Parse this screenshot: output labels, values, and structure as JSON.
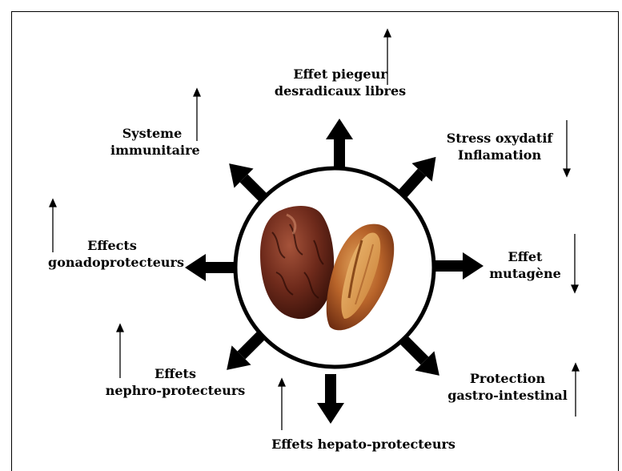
{
  "effects": {
    "radicaux": {
      "line1": "Effet piegeur",
      "line2": "desradicaux libres",
      "trend": "up"
    },
    "stress": {
      "line1": "Stress oxydatif",
      "line2": "Inflamation",
      "trend": "down"
    },
    "mutagene": {
      "line1": "Effet",
      "line2": "mutagène",
      "trend": "down"
    },
    "gastro": {
      "line1": "Protection",
      "line2": "gastro-intestinal",
      "trend": "up"
    },
    "hepato": {
      "line1": "Effets hepato-protecteurs",
      "trend": "up"
    },
    "nephro": {
      "line1": "Effets",
      "line2": "nephro-protecteurs",
      "trend": "up"
    },
    "gonado": {
      "line1": "Effects",
      "line2": "gonadoprotecteurs",
      "trend": "up"
    },
    "immun": {
      "line1": "Systeme",
      "line2": "immunitaire",
      "trend": "up"
    }
  },
  "center_image": "dates-fruit"
}
